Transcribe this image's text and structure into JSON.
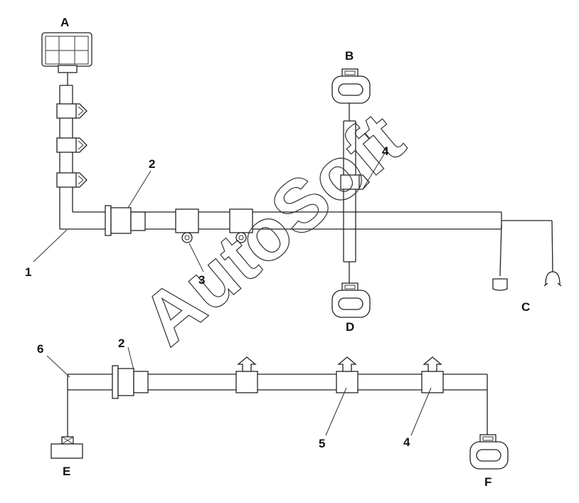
{
  "labels": {
    "A": "A",
    "B": "B",
    "C": "C",
    "D": "D",
    "E": "E",
    "F": "F",
    "n1": "1",
    "n2_top": "2",
    "n3": "3",
    "n4_top": "4",
    "n6": "6",
    "n2_bottom": "2",
    "n5": "5",
    "n4_bottom": "4"
  },
  "watermark": "AutoSoft",
  "colors": {
    "line": "#222222",
    "background": "#ffffff"
  }
}
